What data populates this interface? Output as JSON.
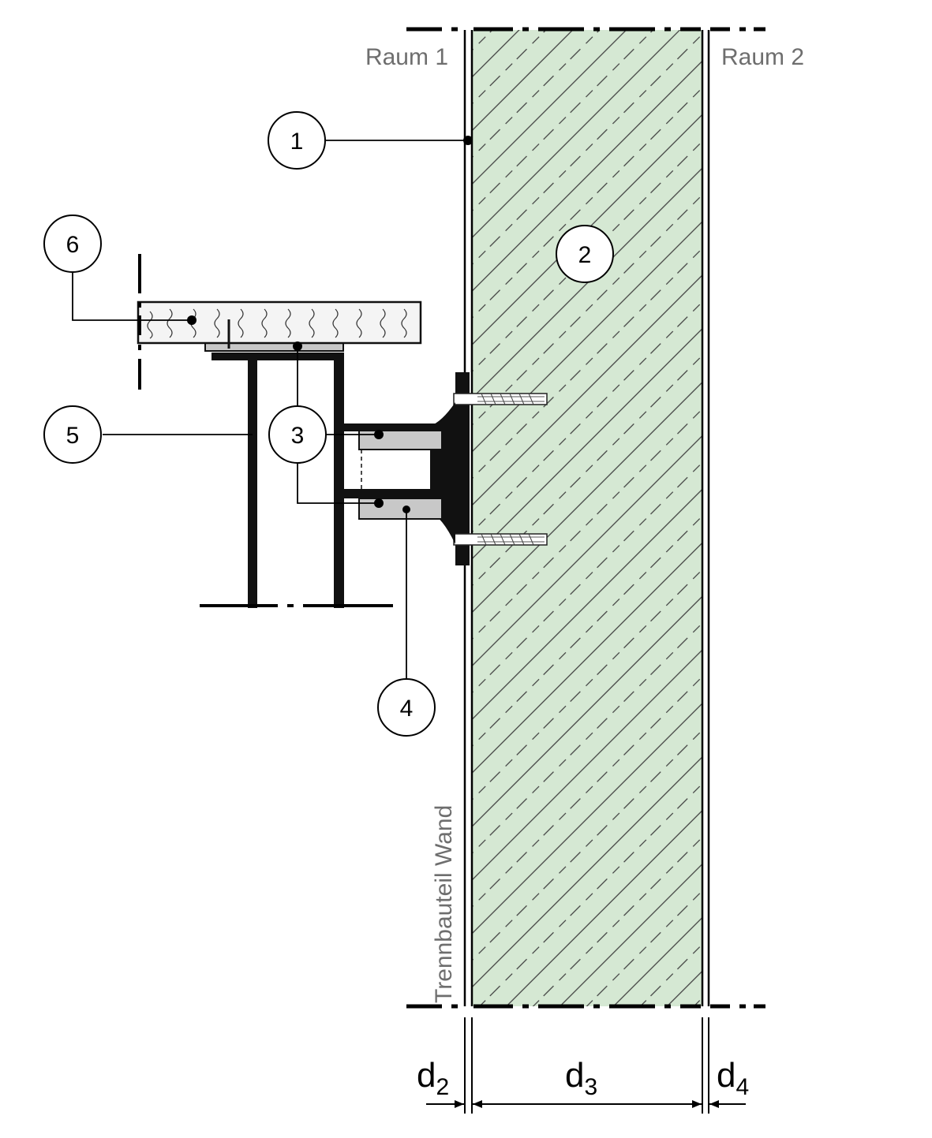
{
  "rooms": {
    "left": "Raum 1",
    "right": "Raum 2"
  },
  "wall_label": "Trennbauteil Wand",
  "callouts": [
    "1",
    "2",
    "3",
    "4",
    "5",
    "6"
  ],
  "dimensions": {
    "d2": {
      "base": "d",
      "sub": "2"
    },
    "d3": {
      "base": "d",
      "sub": "3"
    },
    "d4": {
      "base": "d",
      "sub": "4"
    }
  },
  "colors": {
    "wall_fill": "#d5e8d3",
    "line": "#000000",
    "label_gray": "#6e6e6e",
    "plate_gray": "#c8c8c8",
    "wood": "#f4f4f4"
  }
}
